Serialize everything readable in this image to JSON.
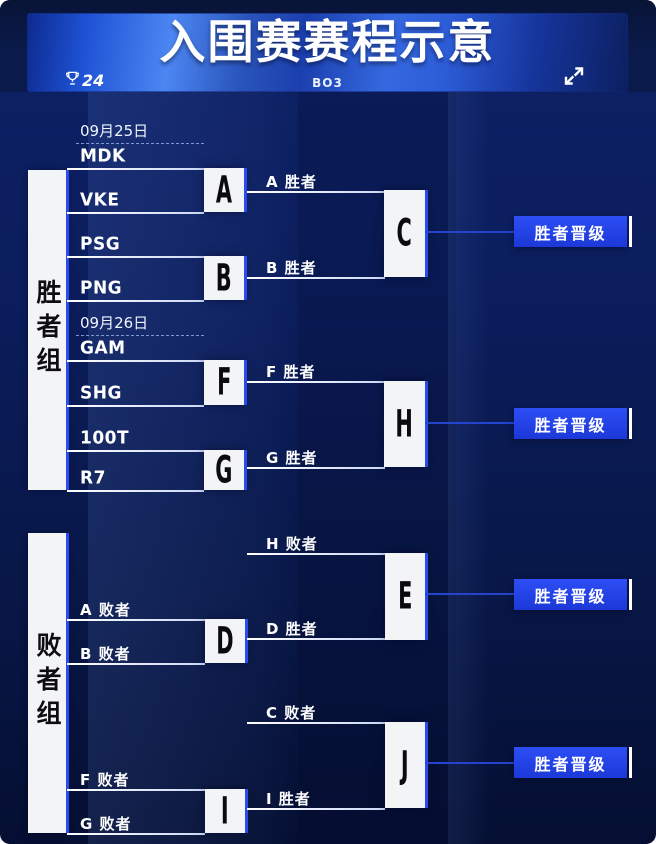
{
  "header": {
    "title": "入围赛赛程示意",
    "format": "BO3",
    "logo_year": "24"
  },
  "groups": {
    "winners": "胜者组",
    "losers": "败者组"
  },
  "rounds": {
    "day1": "09月25日",
    "day2": "09月26日"
  },
  "teams": {
    "mdk": "MDK",
    "vke": "VKE",
    "psg": "PSG",
    "png": "PNG",
    "gam": "GAM",
    "shg": "SHG",
    "t100": "100T",
    "r7": "R7"
  },
  "matches": {
    "a": "A",
    "b": "B",
    "c": "C",
    "d": "D",
    "e": "E",
    "f": "F",
    "g": "G",
    "h": "H",
    "i": "I",
    "j": "J"
  },
  "slots": {
    "a_winner": "A 胜者",
    "b_winner": "B 胜者",
    "f_winner": "F 胜者",
    "g_winner": "G 胜者",
    "h_loser": "H 败者",
    "d_winner": "D 胜者",
    "a_loser": "A 败者",
    "b_loser": "B 败者",
    "c_loser": "C 败者",
    "i_winner": "I 胜者",
    "f_loser": "F 败者",
    "g_loser": "G 败者"
  },
  "buttons": {
    "advance": "胜者晋级"
  },
  "colors": {
    "accent_blue": "#2a4bf0",
    "banner_bright": "#4c86f2",
    "background_top": "#0d2166",
    "background_bottom": "#050f33",
    "box_background": "#f3f4f6",
    "line_white": "#e8eeff"
  }
}
